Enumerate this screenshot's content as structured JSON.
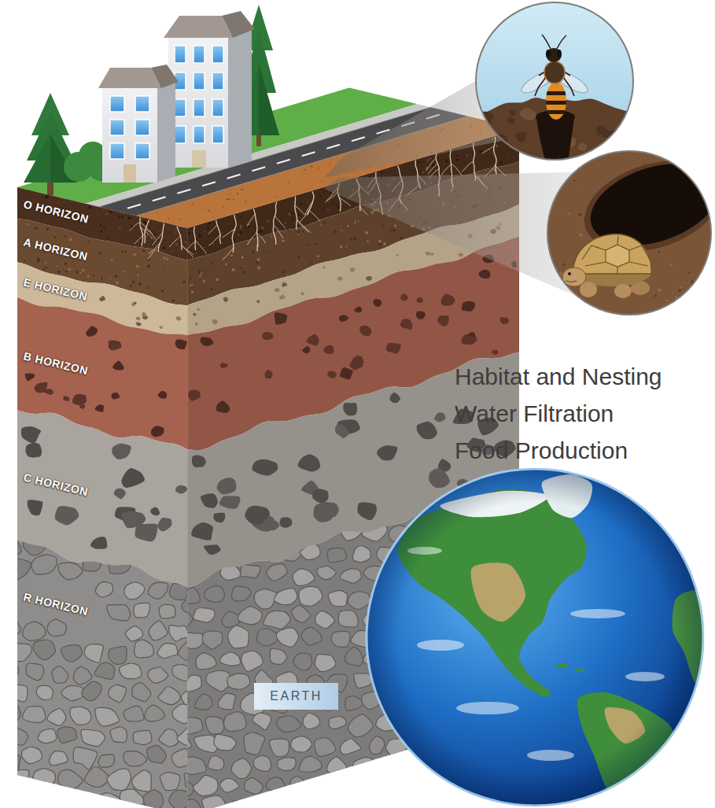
{
  "diagram": {
    "nodes": [
      {
        "text": [
          "O HORIZON"
        ]
      },
      {
        "text": [
          "A HORIZON"
        ]
      },
      {
        "text": [
          "E HORIZON"
        ]
      },
      {
        "text": [
          "B HORIZON"
        ]
      },
      {
        "text": [
          "C HORIZON"
        ]
      },
      {
        "text": [
          "R HORIZON"
        ]
      },
      {
        "text": [
          "EARTH"
        ]
      }
    ],
    "labels": [
      "Habitat and Nesting",
      "Water Filtration",
      "Food Production"
    ]
  }
}
